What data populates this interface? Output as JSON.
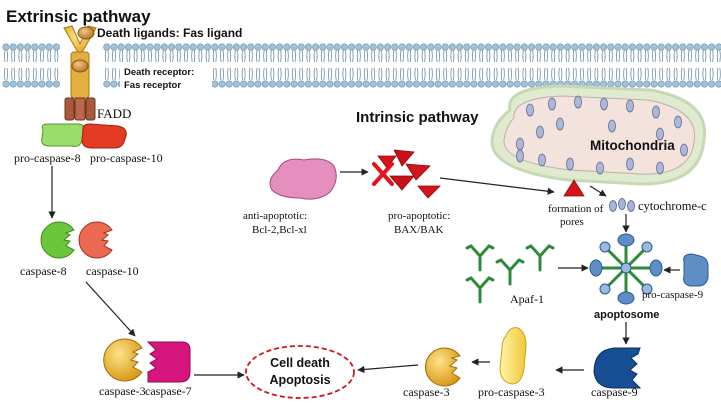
{
  "extrinsic": {
    "title": "Extrinsic pathway",
    "death_ligands": "Death ligands: Fas ligand",
    "death_receptor_line1": "Death receptor:",
    "death_receptor_line2": "Fas receptor",
    "fadd": "FADD",
    "pro_caspase_8": "pro-caspase-8",
    "pro_caspase_10": "pro-caspase-10",
    "caspase_8": "caspase-8",
    "caspase_10": "caspase-10",
    "caspase_3": "caspase-3",
    "caspase_7": "caspase-7"
  },
  "intrinsic": {
    "title": "Intrinsic pathway",
    "mitochondria": "Mitochondria",
    "anti_apoptotic_line1": "anti-apoptotic:",
    "anti_apoptotic_line2": "Bcl-2,Bcl-xl",
    "pro_apoptotic_line1": "pro-apoptotic:",
    "pro_apoptotic_line2": "BAX/BAK",
    "pores_line1": "formation of",
    "pores_line2": "pores",
    "cytochrome_c": "cytochrome-c",
    "apaf1": "Apaf-1",
    "pro_caspase_9": "pro-caspase-9",
    "apoptosome": "apoptosome",
    "caspase_9": "caspase-9",
    "pro_caspase_3": "pro-caspase-3",
    "caspase_3": "caspase-3"
  },
  "outcome": {
    "line1": "Cell death",
    "line2": "Apoptosis"
  },
  "colors": {
    "membrane_head": "#9fc3dc",
    "membrane_tail": "#6c8fa8",
    "caspase8": "#6cc63c",
    "caspase10": "#e5523b",
    "caspase3": "#f6c321",
    "caspase7": "#d6157e",
    "caspase9": "#174f95",
    "mitochondria_fill": "#e9f3e0",
    "mitochondria_border": "#b5cba1",
    "pro_apoptotic": "#d2141b",
    "apaf1": "#2f8a3a",
    "outcome_border": "#d2141b"
  }
}
